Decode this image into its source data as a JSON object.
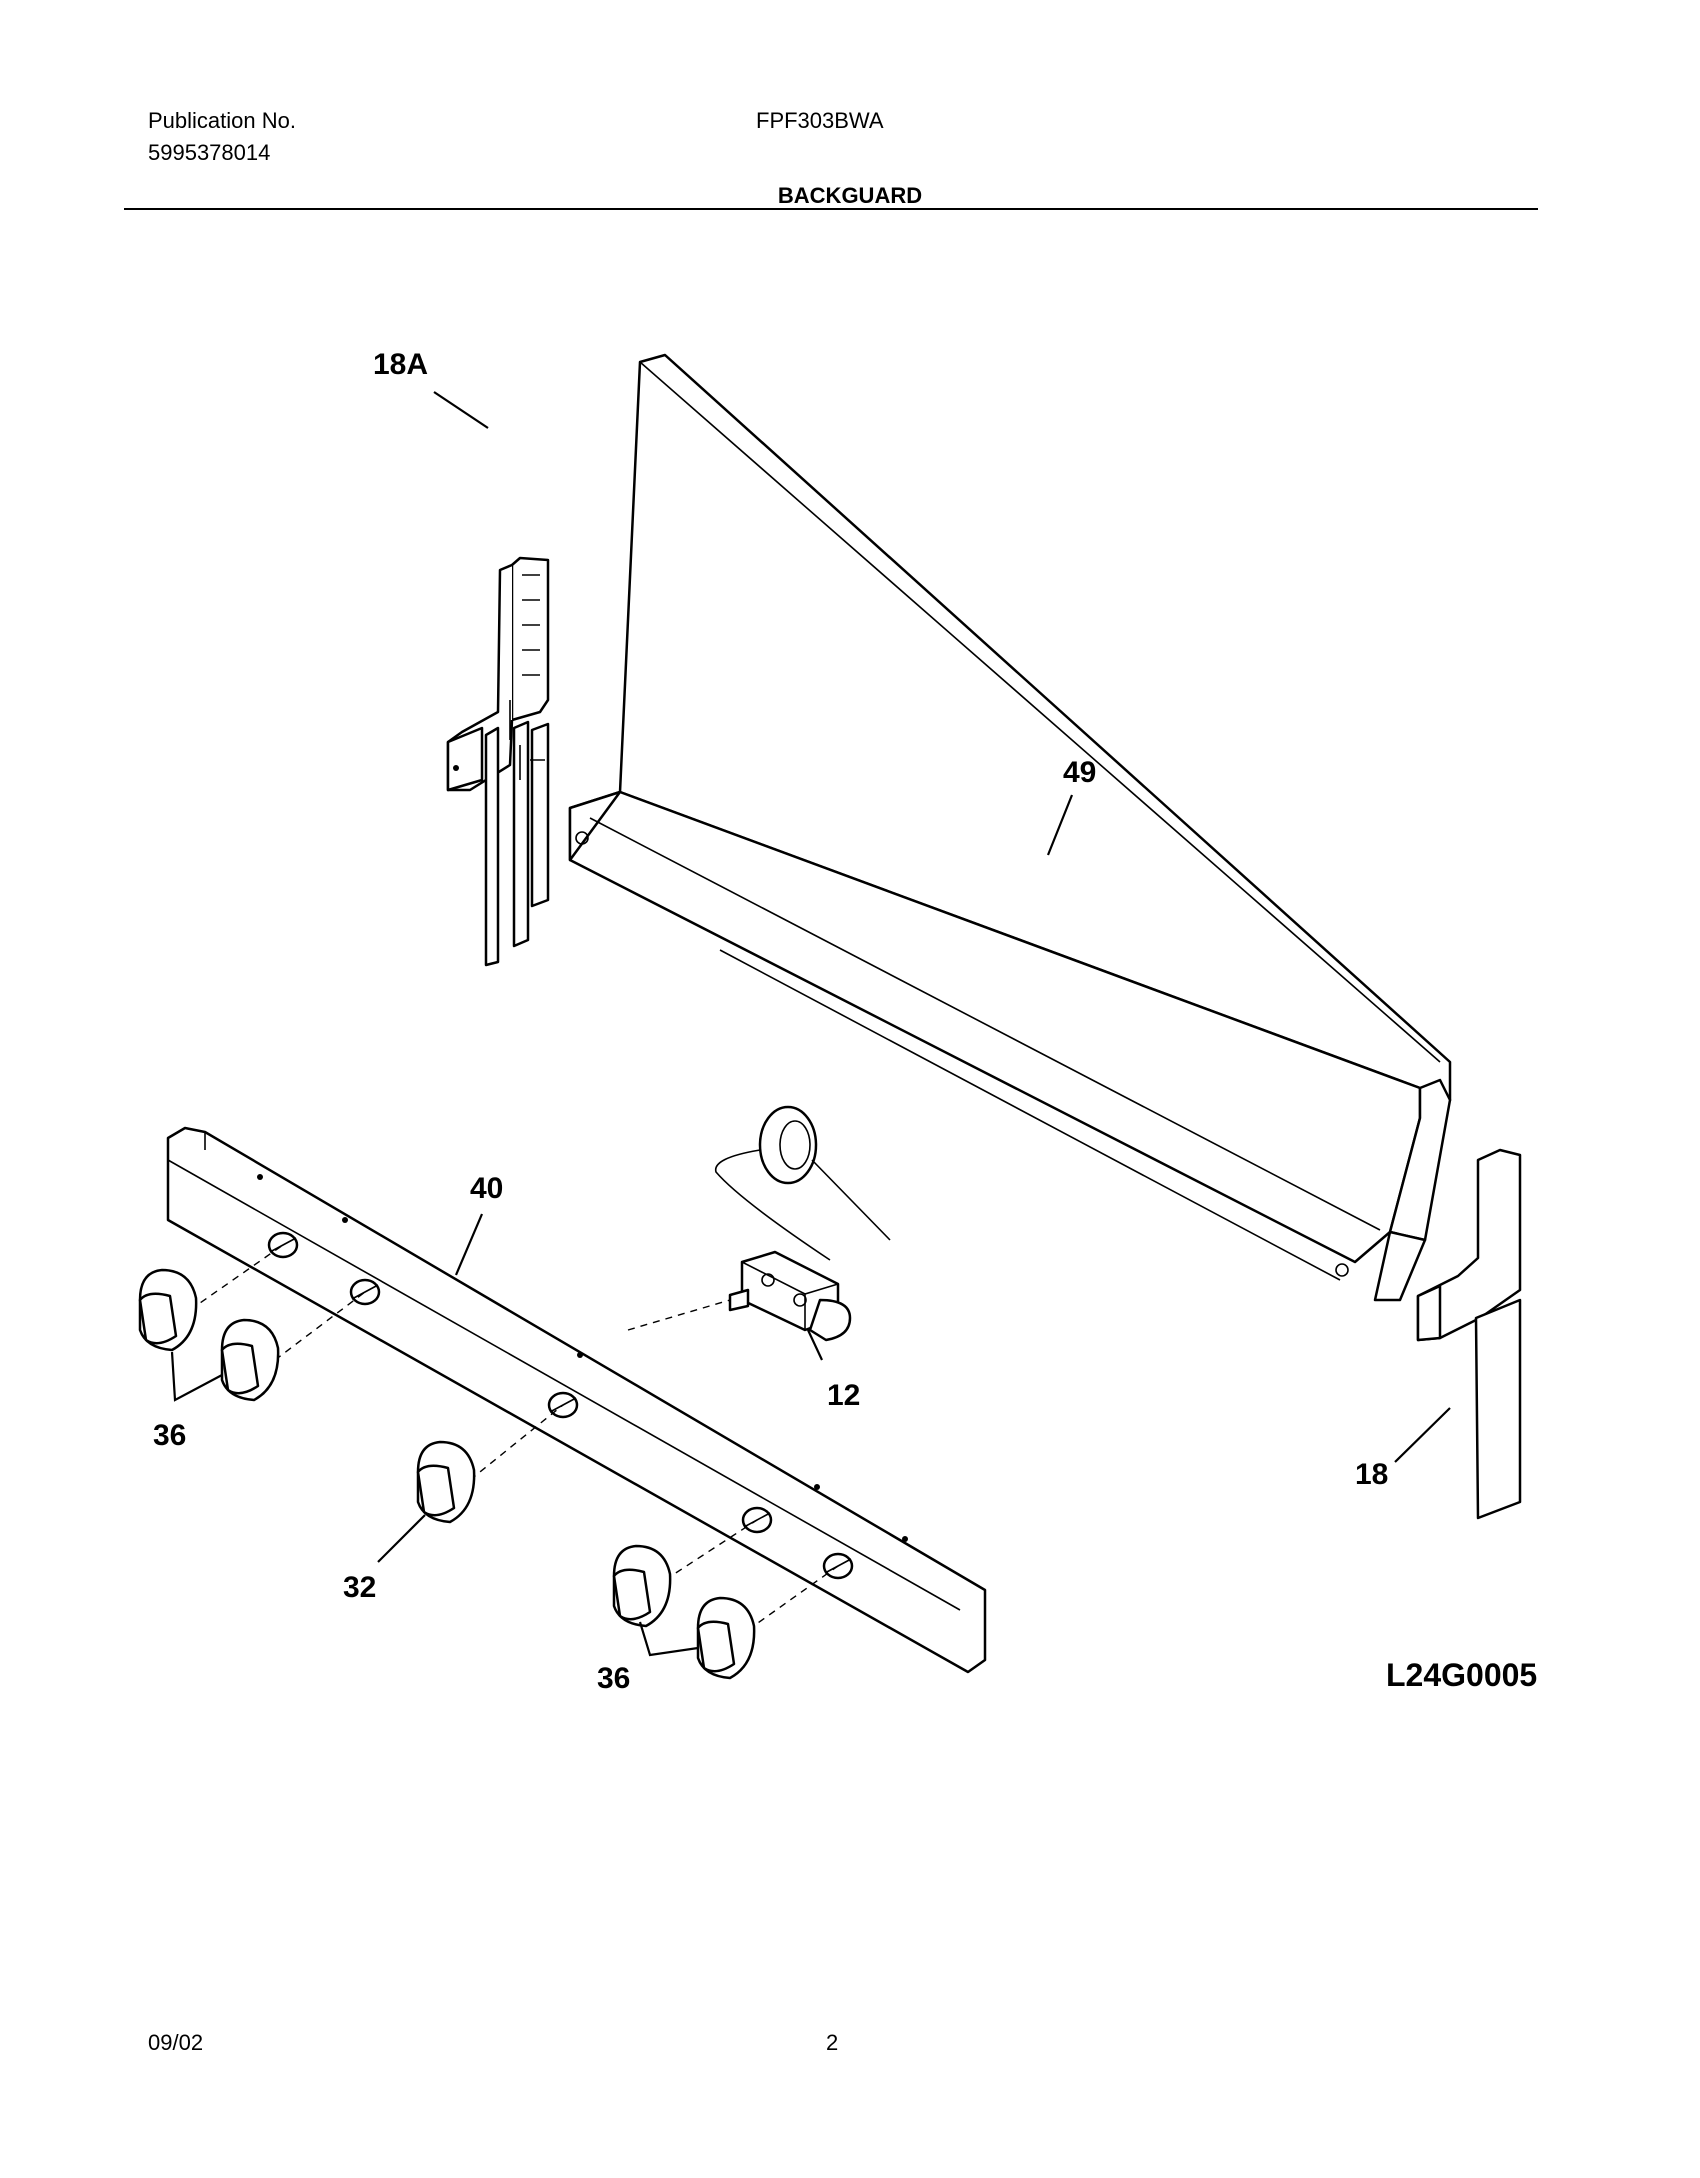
{
  "header": {
    "publication_label": "Publication No.",
    "publication_number": "5995378014",
    "model": "FPF303BWA",
    "section_title": "BACKGUARD"
  },
  "diagram": {
    "callouts": {
      "side_trim_left": "18A",
      "backguard_panel": "49",
      "control_panel": "40",
      "thermostat": "12",
      "knobs_left": "36",
      "knob_center": "32",
      "knobs_right": "36",
      "side_trim_right": "18"
    },
    "drawing_code": "L24G0005"
  },
  "footer": {
    "date": "09/02",
    "page": "2"
  }
}
